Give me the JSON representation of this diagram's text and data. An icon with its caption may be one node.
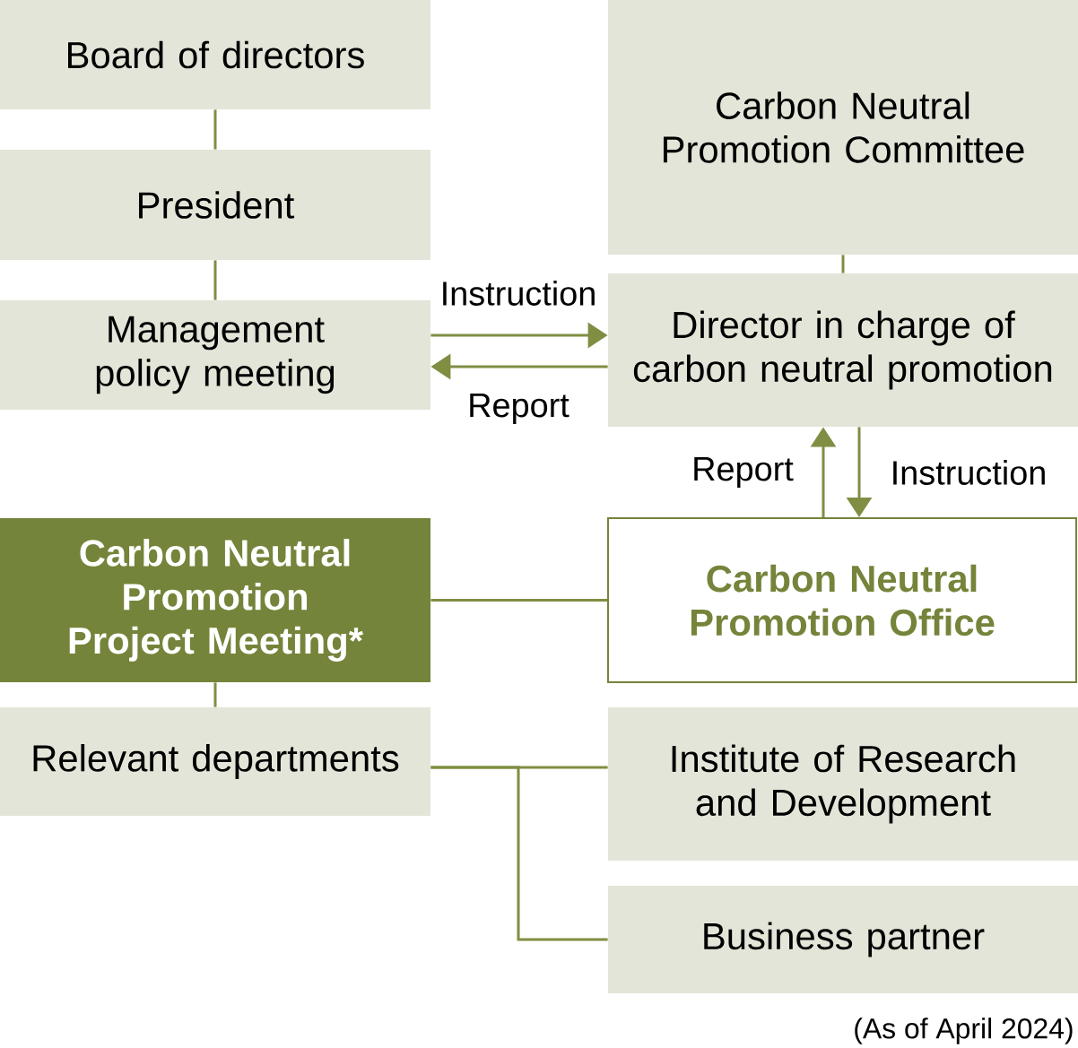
{
  "diagram": {
    "nodes": [
      {
        "text": [
          "Board of directors"
        ]
      },
      {
        "text": [
          "President"
        ]
      },
      {
        "text": [
          "Management policy meeting"
        ]
      },
      {
        "text": [
          "Carbon Neutral Promotion Committee"
        ]
      },
      {
        "text": [
          "Director in charge of carbon neutral promotion"
        ]
      },
      {
        "text": [
          "Carbon Neutral Promotion Project Meeting*"
        ]
      },
      {
        "text": [
          "Carbon Neutral Promotion Office"
        ]
      },
      {
        "text": [
          "Relevant departments"
        ]
      },
      {
        "text": [
          "Institute of Research and Development"
        ]
      },
      {
        "text": [
          "Business partner"
        ]
      }
    ],
    "edges": [
      {
        "from": 0,
        "to": 1,
        "arrow": "none"
      },
      {
        "from": 1,
        "to": 2,
        "arrow": "none"
      },
      {
        "from": 3,
        "to": 4,
        "arrow": "none"
      },
      {
        "from": 2,
        "to": 4,
        "arrow": "to",
        "label": "Instruction"
      },
      {
        "from": 4,
        "to": 2,
        "arrow": "to",
        "label": "Report"
      },
      {
        "from": 6,
        "to": 4,
        "arrow": "to",
        "label": "Report"
      },
      {
        "from": 4,
        "to": 6,
        "arrow": "to",
        "label": "Instruction"
      },
      {
        "from": 5,
        "to": 6,
        "arrow": "none"
      },
      {
        "from": 5,
        "to": 7,
        "arrow": "none"
      },
      {
        "from": 7,
        "to": 8,
        "arrow": "none"
      },
      {
        "from": 7,
        "to": 9,
        "arrow": "none"
      }
    ],
    "labels": [
      "(As of April 2024)"
    ]
  }
}
